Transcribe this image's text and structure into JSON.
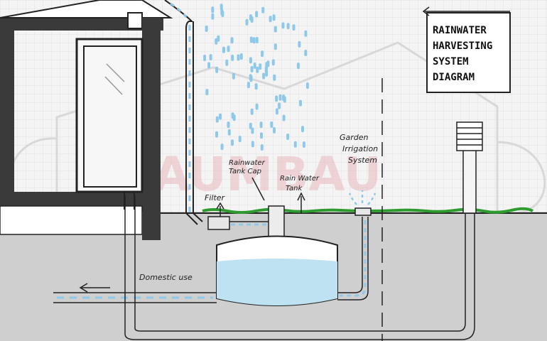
{
  "title_lines": [
    "RAINWATER",
    "HARVESTING",
    "SYSTEM",
    "DIAGRAM"
  ],
  "labels": {
    "filter": "Filter",
    "tank_cap": [
      "Rainwater",
      "Tank Cap"
    ],
    "tank": [
      "Rain Water",
      "Tank"
    ],
    "garden": [
      "Garden",
      "Irrigation",
      "System"
    ],
    "domestic": "Domestic use"
  },
  "watermark": "TRAUMBAU",
  "colors": {
    "water": "#bfe2f2",
    "flow": "#8ec9ea",
    "wall": "#3a3a3a",
    "ground": "#cfcfcf",
    "grass": "#2e9b2e",
    "watermark": "#e8b8bf"
  }
}
